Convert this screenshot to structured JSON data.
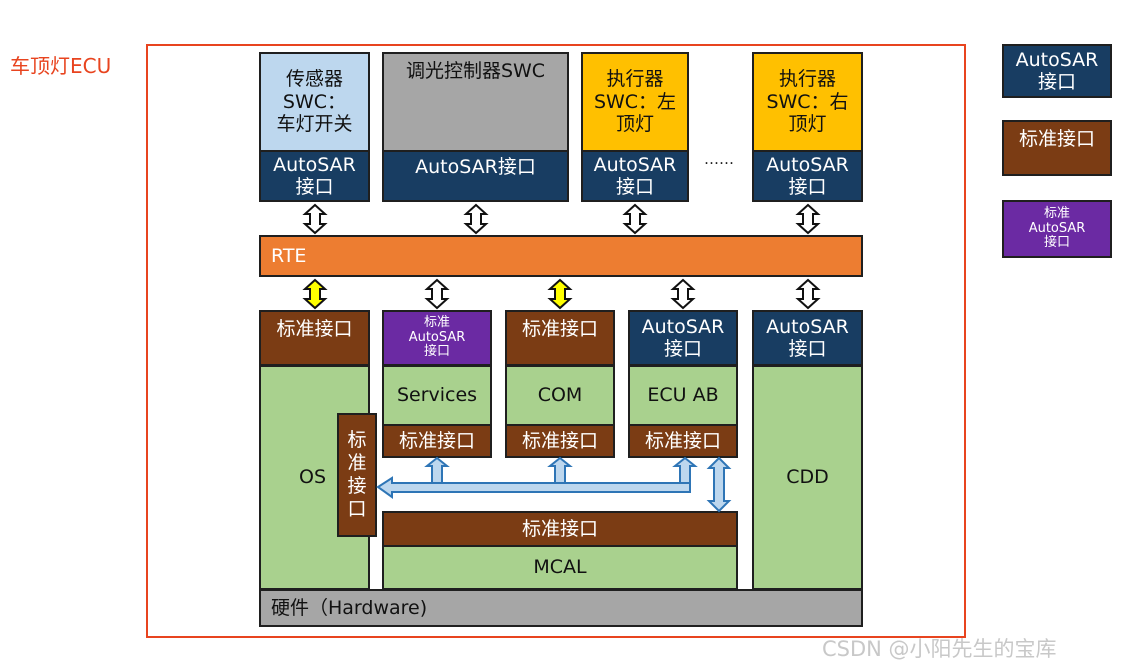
{
  "ecu_label": "车顶灯ECU",
  "swc": {
    "sensor": "传感器\nSWC：\n车灯开关",
    "dimmer": "调光控制器SWC",
    "actuator_left": "执行器\nSWC：左\n顶灯",
    "actuator_right": "执行器\nSWC：右\n顶灯",
    "ellipsis": "……",
    "autosar_if": "AutoSAR\n接口",
    "autosar_if_inline": "AutoSAR接口"
  },
  "rte": "RTE",
  "bsw": {
    "std_if": "标准接口",
    "std_autosar_if": "标准\nAutoSAR\n接口",
    "autosar_if": "AutoSAR\n接口",
    "os": "OS",
    "services": "Services",
    "com": "COM",
    "ecu_ab": "ECU AB",
    "cdd": "CDD",
    "std_if_vertical": "标\n准\n接\n口",
    "mcal": "MCAL",
    "hardware": "硬件（Hardware)"
  },
  "legend": {
    "autosar_if": "AutoSAR\n接口",
    "std_if": "标准接口",
    "std_autosar_if": "标准\nAutoSAR\n接口"
  },
  "watermark": "CSDN @小阳先生的宝库",
  "colors": {
    "frame": "#e8441f",
    "brown": "#7b3c14",
    "navy": "#183d62",
    "purple": "#6b2aa3",
    "green": "#a9d18e",
    "orange": "#ed7d31",
    "gold": "#ffc000",
    "highlight_arrow": "#ffff00",
    "bus_arrow": "#2e75b6"
  }
}
